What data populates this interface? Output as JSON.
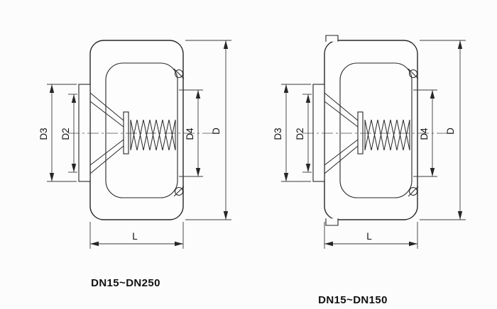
{
  "page": {
    "background": "#fcfcfc",
    "line_color": "#262626",
    "text_color": "#111111"
  },
  "figures": [
    {
      "caption": "DN15~DN250",
      "dimension_labels": {
        "D3": "D3",
        "D2": "D2",
        "D4": "D4",
        "D": "D",
        "L": "L"
      }
    },
    {
      "caption": "DN15~DN150",
      "dimension_labels": {
        "D3": "D3",
        "D2": "D2",
        "D4": "D4",
        "D": "D",
        "L": "L"
      }
    }
  ]
}
